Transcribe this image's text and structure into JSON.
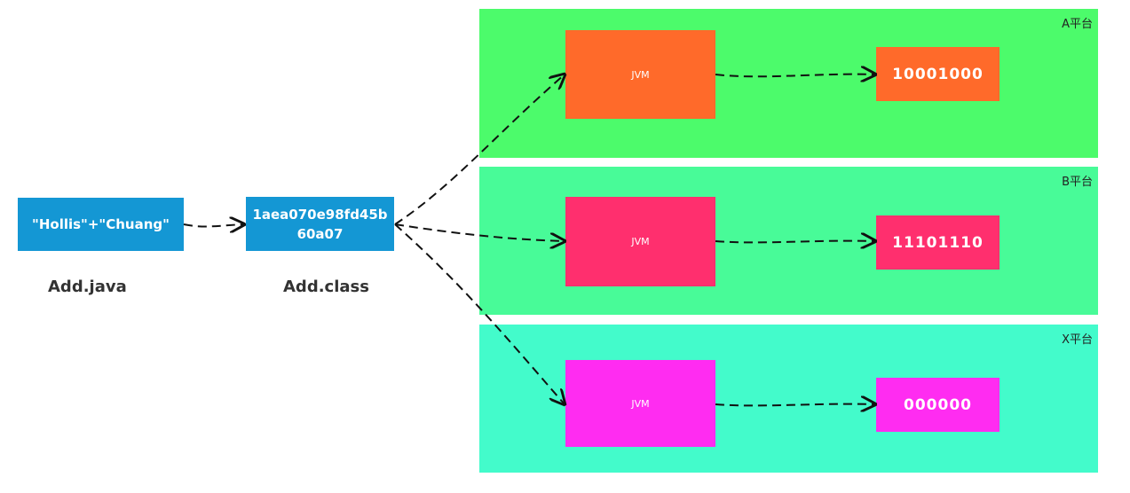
{
  "source": {
    "code": "\"Hollis\"+\"Chuang\"",
    "caption": "Add.java"
  },
  "bytecode": {
    "line1": "1aea070e98fd45b",
    "line2": "60a07",
    "caption": "Add.class"
  },
  "platforms": [
    {
      "label": "A平台",
      "jvm": "JVM",
      "binary": "10001000",
      "bg": "#4cfb6b",
      "jvm_color": "#ff6a2a",
      "bin_color": "#ff6a2a"
    },
    {
      "label": "B平台",
      "jvm": "JVM",
      "binary": "11101110",
      "bg": "#48fb98",
      "jvm_color": "#ff2f6e",
      "bin_color": "#ff2f6e"
    },
    {
      "label": "X平台",
      "jvm": "JVM",
      "binary": "000000",
      "bg": "#43fbcb",
      "jvm_color": "#ff2cf1",
      "bin_color": "#ff2cf1"
    }
  ]
}
